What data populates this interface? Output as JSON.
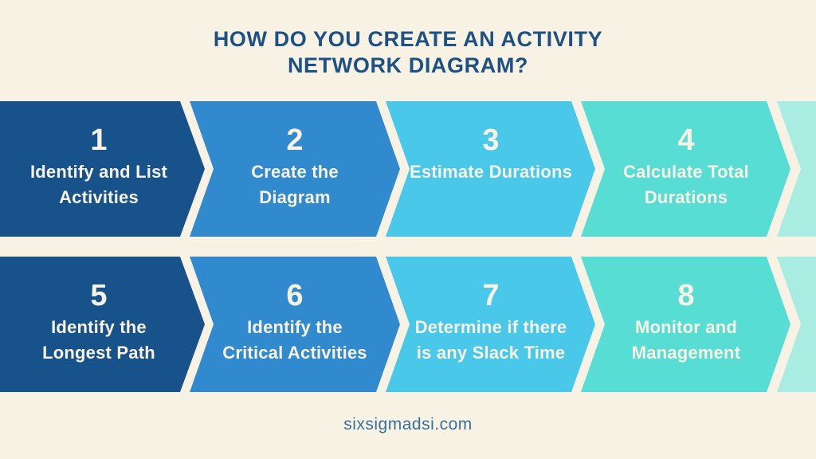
{
  "title": {
    "line1": "HOW DO YOU CREATE AN ACTIVITY",
    "line2": "NETWORK DIAGRAM?"
  },
  "footer": {
    "website": "sixsigmadsi.com"
  },
  "colors": {
    "background": "#F7F2E3",
    "title_text": "#1D5183",
    "footer_text": "#3A709E",
    "chevron_text": "#F7F2E4",
    "step_dark_blue": "#17528A",
    "step_medium_blue": "#318ACD",
    "step_sky_blue": "#49C8EA",
    "step_teal": "#57DDD4",
    "step_pale_teal": "#A8ECE2"
  },
  "rows": [
    {
      "partial_color": "#A8ECE2",
      "steps": [
        {
          "number": "1",
          "lines": [
            "Identify and List",
            "Activities"
          ],
          "color": "#17528A"
        },
        {
          "number": "2",
          "lines": [
            "Create the",
            "Diagram"
          ],
          "color": "#318ACD"
        },
        {
          "number": "3",
          "lines": [
            "Estimate Durations"
          ],
          "color": "#49C8EA"
        },
        {
          "number": "4",
          "lines": [
            "Calculate Total",
            "Durations"
          ],
          "color": "#57DDD4"
        }
      ]
    },
    {
      "partial_color": "#A8ECE2",
      "steps": [
        {
          "number": "5",
          "lines": [
            "Identify the",
            "Longest Path"
          ],
          "color": "#17528A"
        },
        {
          "number": "6",
          "lines": [
            "Identify the",
            "Critical Activities"
          ],
          "color": "#318ACD"
        },
        {
          "number": "7",
          "lines": [
            "Determine if there",
            "is any Slack Time"
          ],
          "color": "#49C8EA"
        },
        {
          "number": "8",
          "lines": [
            "Monitor and",
            "Management"
          ],
          "color": "#57DDD4"
        }
      ]
    }
  ]
}
